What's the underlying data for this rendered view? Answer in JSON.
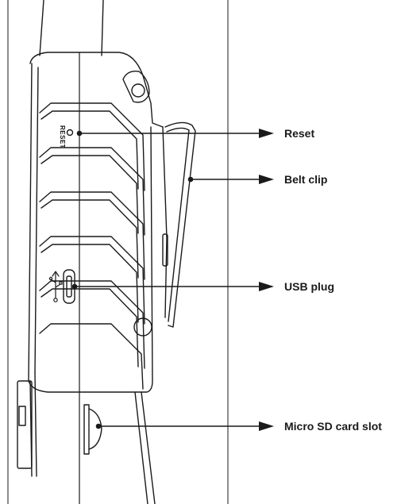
{
  "device": {
    "reset_marking": "RESET"
  },
  "callouts": {
    "reset": "Reset",
    "belt_clip": "Belt clip",
    "usb_plug": "USB plug",
    "micro_sd": "Micro SD card slot"
  },
  "colors": {
    "line": "#1a1a1a",
    "background": "#ffffff"
  }
}
